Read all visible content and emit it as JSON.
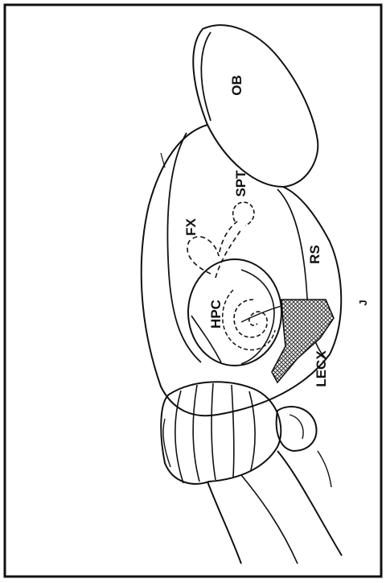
{
  "labels": {
    "ob": "OB",
    "spt": "SPT",
    "fx": "FX",
    "rs": "RS",
    "hpc": "HPC",
    "lecx": "LECX",
    "margin_mark": "J"
  },
  "colors": {
    "ink": "#111111",
    "paper": "#ffffff",
    "hatch": "#333333"
  }
}
